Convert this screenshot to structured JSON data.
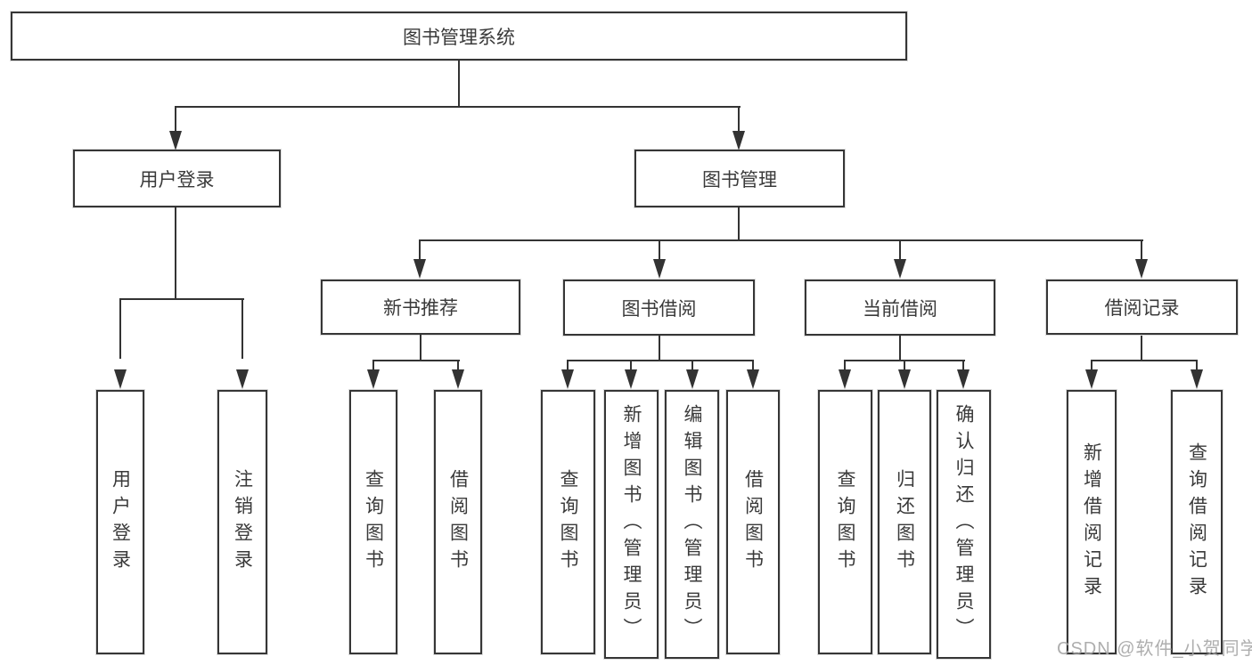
{
  "nodes": {
    "root": "图书管理系统",
    "user_login": "用户登录",
    "book_mgmt": "图书管理",
    "new_book_rec": "新书推荐",
    "book_borrow": "图书借阅",
    "current_borrow": "当前借阅",
    "borrow_record": "借阅记录"
  },
  "leaves": {
    "user_login": [
      "用户登录",
      "注销登录"
    ],
    "new_book_rec": [
      "查询图书",
      "借阅图书"
    ],
    "book_borrow": [
      "查询图书",
      "新增图书（管理员）",
      "编辑图书（管理员）",
      "借阅图书"
    ],
    "current_borrow": [
      "查询图书",
      "归还图书",
      "确认归还（管理员）"
    ],
    "borrow_record": [
      "新增借阅记录",
      "查询借阅记录"
    ]
  },
  "watermark": "CSDN @软件_小贺同学",
  "colors": {
    "line": "#333333",
    "text": "#3a3a3a",
    "watermark": "#a5a5a5",
    "background": "#ffffff"
  }
}
